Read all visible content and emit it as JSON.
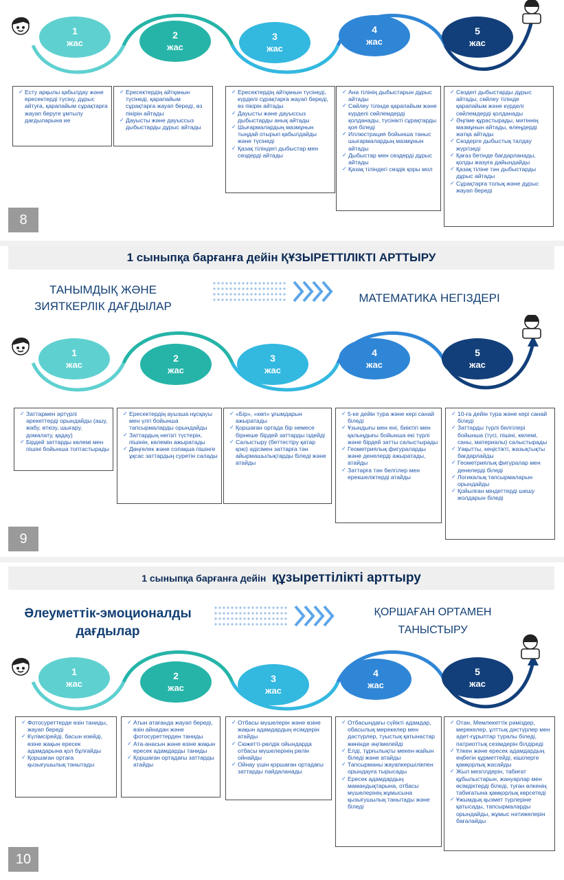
{
  "ages": [
    {
      "num": "1",
      "label": "жас"
    },
    {
      "num": "2",
      "label": "жас"
    },
    {
      "num": "3",
      "label": "жас"
    },
    {
      "num": "4",
      "label": "жас"
    },
    {
      "num": "5",
      "label": "жас"
    }
  ],
  "colors": {
    "age1": "#5fd0d0",
    "age2": "#26b4a8",
    "age3": "#33b8e0",
    "age4": "#2f86d6",
    "age5": "#123f7a",
    "border": "#4a4a4a",
    "text": "#1f55a8",
    "banner_bg": "#efefef",
    "page_num_bg": "#9a9a9a"
  },
  "icons": [
    "boy-face-icon",
    "girl-student-icon",
    "chevron-arrows-icon"
  ],
  "pages": [
    {
      "number": "8",
      "columns": [
        [
          "Есту арқылы қабылдау жәнe ересектерді түсіну, дұрыс айтуға, қарапайым сұрақтарға жауап беруге ұмтылу дағдыларына ие"
        ],
        [
          "Ересектердің айтқанын түсінеді, қарапайым сұрақтарға жауап береді, өз пікірін айтады",
          "Дауысты және дауыссыз дыбыстарды дұрыс айтады"
        ],
        [
          "Ересектердің айтқанын түсінеді, күрделі сұрақтарға жауап береді, өз пікірін айтады",
          "Дауысты және дауыссыз дыбыстарды анық айтады",
          "Шығармалардың мазмұнын тыңдай отырып қабылдайды және түсінеді",
          "Қазақ тіліндегі дыбыстар мен сөздерді айтады"
        ],
        [
          "Ана тілінің дыбыстарын дұрыс айтады",
          "Сөйлеу тілінде қарапайым және күрделі сөйлемдерді қолданады, түсінікті сұрақтарды қоя біледі",
          "Иллюстрация бойынша таныс шығармалардың мазмұнын айтады",
          "Дыбыстар мен сөздерді дұрыс айтады",
          "Қазақ тіліндегі сөздік қоры мол"
        ],
        [
          "Сөздегі дыбыстарды дұрыс айтады, сөйлеу тілінде қарапайым және күрделі сөйлемдерді қолданады",
          "Әңгіме құрастырады, мәтіннің мазмұнын айтады, өлеңдерді жатқа айтады",
          "Сөздерге дыбыстық талдау жүргізеді",
          "Қағаз бетінде бағдарланады, қолды жазуға дайындайды",
          "Қазақ тіліне тән дыбыстарды дұрыс айтады",
          "Сұрақтарға толық және дұрыс жауап береді"
        ]
      ]
    },
    {
      "number": "9",
      "banner": "1 сыныпқа барғанға дейін ҚҰЗЫРЕТТІЛІКТІ АРТТЫРУ",
      "left_category": "ТАНЫМДЫҚ ЖӘНЕ ЗИЯТКЕРЛІК ДАҒДЫЛАР",
      "right_category": "МАТЕМАТИКА НЕГІЗДЕРІ",
      "columns": [
        [
          "Заттармен әртүрлі әрекеттерді орындайды (ашу, жабу, өткізу, шығару, домалату, қадау)",
          "Бірдей заттарды көлемі мен пішіні бойынша топтастырады"
        ],
        [
          "Ересектердің ауызша нұсқауы мен үлгі бойынша тапсырмаларды орындайды",
          "Заттардың негізгі түстерін, пішінін, көлемін ажыратады",
          "Дөңгелек және сопақша пішінге ұқсас заттардың суретін салады"
        ],
        [
          "«Бір», «көп» ұғымдарын ажыратады",
          "Қоршаған ортада бір немесе бірнеше бірдей заттарды іздейді",
          "Салыстыру (беттестіру қатар қою) әдісімен заттарға тән айырмашылықтарды біледі және атайды"
        ],
        [
          "5-ке дейін тура және кері санай біледі",
          "Ұзындығы мен ені, биіктігі мен қалыңдығы бойынша екі түрлі және бірдей затты салыстырады",
          "Геометриялық фигураларды және денелерді ажыратады, атайды",
          "Заттарға тән белгілер мен ерекшеліктерді атайды"
        ],
        [
          "10-ға дейін тура және кері санай біледі",
          "Заттарды түрлі белгілері бойынша (түсі, пішіні, көлемі, саны, материалы) салыстырады",
          "Уақытты, кеңістікті, жазықтықты бағдарлайды",
          "Геометриялық фигуралар мен денелерді біледі",
          "Логикалық тапсырмаларын орындайды",
          "Қойылған міндеттерді шешу жолдарын біледі"
        ]
      ]
    },
    {
      "number": "10",
      "banner_prefix": "1 сыныпқа барғанға дейін",
      "banner_suffix": "құзыреттілікті арттыру",
      "left_category": "Әлеуметтік-эмоционалды дағдылар",
      "right_category": "ҚОРШАҒАН ОРТАМЕН ТАНЫСТЫРУ",
      "columns": [
        [
          "Фотосуреттерде өзін таниды, жауап береді",
          "Күлімсірейді, басын изейді, өзіне жақын ересек адамдарына қол бұлғайды",
          "Қоршаған ортаға қызығушылық танытады"
        ],
        [
          "Атын атағанда жауап береді, өзін айнадан және фотосуреттерден таниды",
          "Ата-анасын және өзіне жақын ересек адамдарды таниды",
          "Қоршаған ортадағы заттарды атайды"
        ],
        [
          "Отбасы мүшелерін және өзіне жақын адамдардың есімдерін атайды",
          "Сюжетті-рөлдік ойындарда отбасы мүшелерінің рөлін ойнайды",
          "Ойнау үшін қоршаған ортадағы заттарды пайдаланады"
        ],
        [
          "Отбасындағы сүйікті адамдар, обасылық мерекелер мен дәстүрлер, туыстық қатынастар жөнінде әңгімелейді",
          "Елді, тұрғылықты мекен-жайын біледі және атайды",
          "Тапсырманы жауапкершілікпен орындауға тырысады",
          "Ересек адамдардың мамандықтарына, отбасы мүшелерінің жұмысына қызығушылық танытады және біледі"
        ],
        [
          "Отан, Мемлекеттік рәміздер, мерекелер, ұлттық дәстүрлер мен әдет-ғұрыптар туралы біледі, патриоттық сезімдерін білдіреді",
          "Үлкен және ересек адамдардың еңбегін құрметтейді, кішілерге қамқорлық жасайды",
          "Жыл мезгілдерін, табиғат құбылыстарын, жануарлар мен өсімдіктерді біледі, туған өлкенің табиғатына қамқорлық көрсетеді",
          "Ұжымдық қызмет түрлеріне қатысады, тапсырмаларды орындайды, жұмыс нәтижелерін бағалайды"
        ]
      ]
    }
  ]
}
